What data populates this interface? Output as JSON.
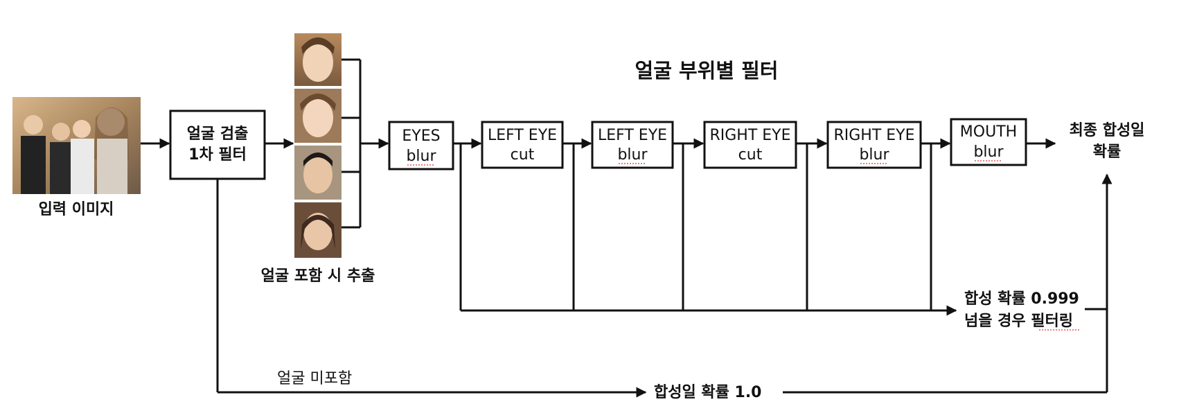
{
  "title": "얼굴 부위별 필터",
  "input_image": {
    "label": "입력 이미지"
  },
  "detector": {
    "line1": "얼굴 검출",
    "line2": "1차 필터"
  },
  "crops": {
    "label": "얼굴 포함 시 추출"
  },
  "filters": [
    {
      "line1": "EYES",
      "line2": "blur"
    },
    {
      "line1": "LEFT EYE",
      "line2": "cut"
    },
    {
      "line1": "LEFT EYE",
      "line2": "blur"
    },
    {
      "line1": "RIGHT EYE",
      "line2": "cut"
    },
    {
      "line1": "RIGHT EYE",
      "line2": "blur"
    },
    {
      "line1": "MOUTH",
      "line2": "blur"
    }
  ],
  "output": {
    "line1": "최종 합성일",
    "line2": "확률"
  },
  "threshold": {
    "line1": "합성 확률 0.999",
    "line2": "넘을 경우 필터링"
  },
  "no_face": {
    "label": "얼굴 미포함",
    "result": "합성일 확률 1.0"
  }
}
